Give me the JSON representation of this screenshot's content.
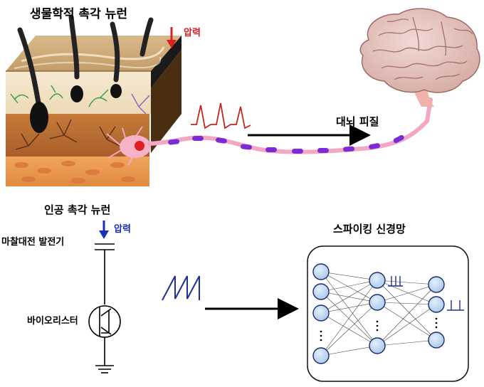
{
  "top": {
    "title": "생물학적 촉각 뉴런",
    "pressure": "압력",
    "cortex": "대뇌 피질"
  },
  "bottom": {
    "title": "인공 촉각 뉴런",
    "pressure": "압력",
    "generator": "마찰대전 발전기",
    "bipolar": "바이오리스터",
    "network": "스파이킹 신경망"
  },
  "colors": {
    "pressure_red": "#d92020",
    "pressure_blue": "#1c2fb5",
    "axon_purple": "#7a2bd6",
    "neuron_node": "#b8d4ef",
    "spike_red": "#c0281e",
    "saw_blue": "#1f2f9e"
  }
}
